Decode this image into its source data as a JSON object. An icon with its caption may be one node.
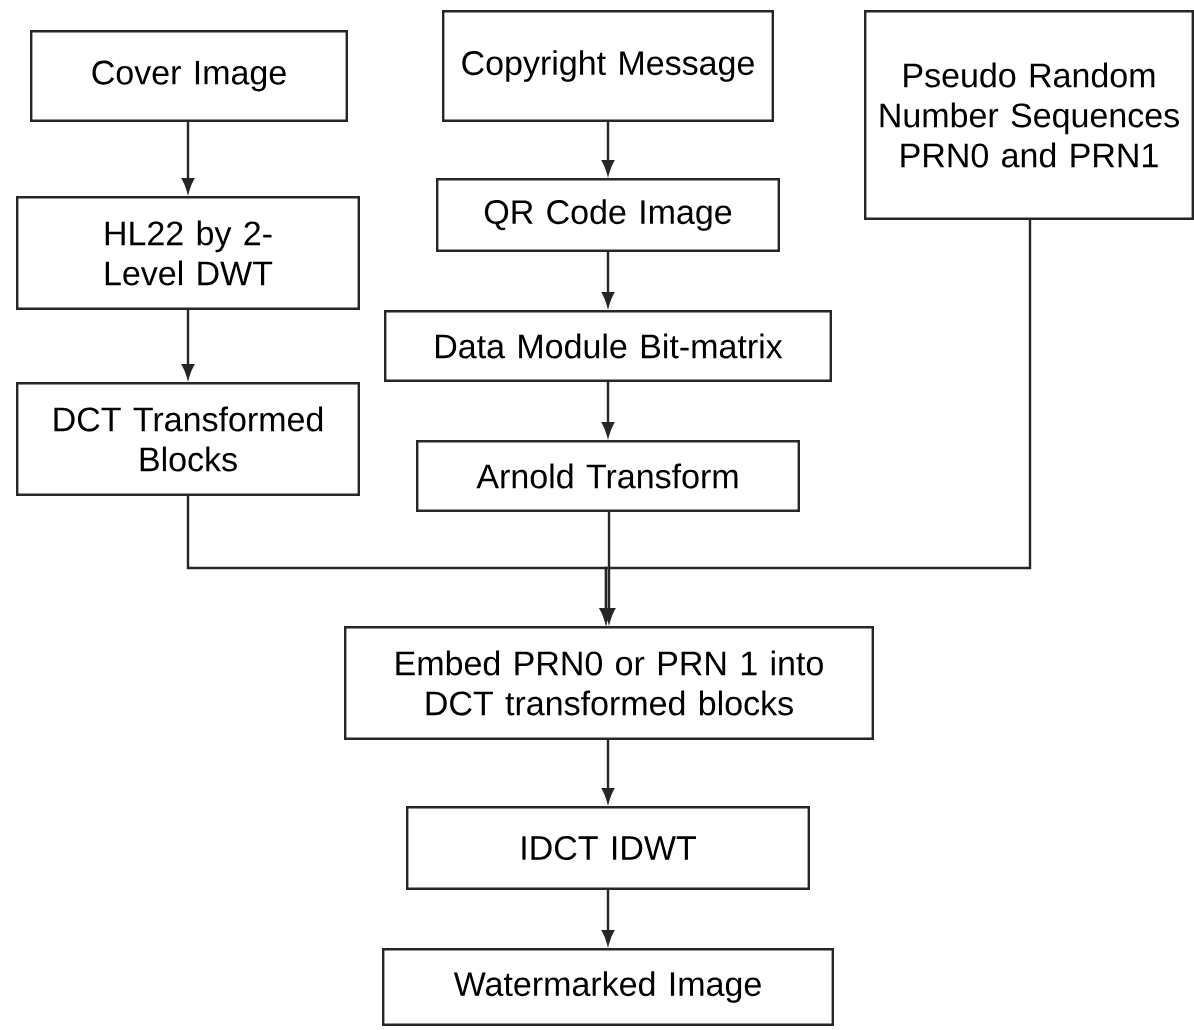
{
  "diagram": {
    "nodes": [
      {
        "text": [
          "Cover Image"
        ]
      },
      {
        "text": [
          "Copyright Message"
        ]
      },
      {
        "text": [
          "Pseudo Random Number Sequences PRN0 and PRN1"
        ]
      },
      {
        "text": [
          "HL22 by 2-Level DWT"
        ]
      },
      {
        "text": [
          "QR Code Image"
        ]
      },
      {
        "text": [
          "Data Module Bit-matrix"
        ]
      },
      {
        "text": [
          "DCT Transformed Blocks"
        ]
      },
      {
        "text": [
          "Arnold Transform"
        ]
      },
      {
        "text": [
          "Embed PRN0 or PRN 1 into DCT transformed blocks"
        ]
      },
      {
        "text": [
          "IDCT IDWT"
        ]
      },
      {
        "text": [
          "Watermarked Image"
        ]
      }
    ],
    "edges": [
      {
        "from": 0,
        "to": 3,
        "arrow": "to"
      },
      {
        "from": 3,
        "to": 6,
        "arrow": "to"
      },
      {
        "from": 1,
        "to": 4,
        "arrow": "to"
      },
      {
        "from": 4,
        "to": 5,
        "arrow": "to"
      },
      {
        "from": 5,
        "to": 7,
        "arrow": "to"
      },
      {
        "from": 6,
        "to": 8,
        "arrow": "to"
      },
      {
        "from": 7,
        "to": 8,
        "arrow": "to"
      },
      {
        "from": 2,
        "to": 8,
        "arrow": "to"
      },
      {
        "from": 8,
        "to": 9,
        "arrow": "to"
      },
      {
        "from": 9,
        "to": 10,
        "arrow": "to"
      }
    ]
  }
}
